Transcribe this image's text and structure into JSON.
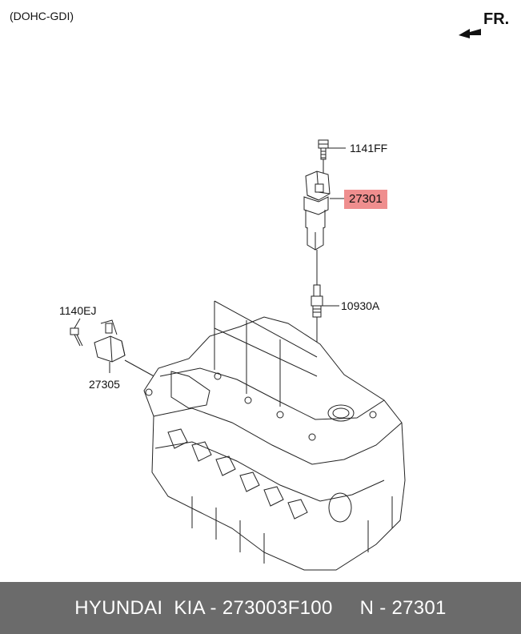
{
  "header": {
    "variant": "(DOHC-GDI)",
    "direction_label": "FR."
  },
  "callouts": {
    "bolt_top": "1141FF",
    "ignition_coil": "27301",
    "spark_plug": "10930A",
    "bracket_bolt": "1140EJ",
    "sensor": "27305"
  },
  "colors": {
    "highlight": "#ef8e8e",
    "footer_bg": "#6b6b6b",
    "footer_text": "#ffffff"
  },
  "footer": {
    "part_number": "HYUNDAI  KIA - 273003F100",
    "ref_number": "N - 27301"
  }
}
